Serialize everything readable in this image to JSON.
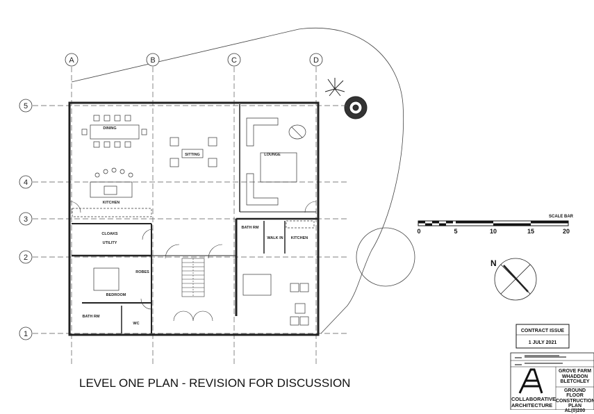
{
  "drawing_title": "LEVEL ONE PLAN - REVISION FOR DISCUSSION",
  "grid_columns": [
    "A",
    "B",
    "C",
    "D"
  ],
  "grid_rows": [
    "5",
    "4",
    "3",
    "2",
    "1"
  ],
  "rooms": [
    "DINING",
    "SITTING",
    "LOUNGE",
    "KITCHEN",
    "CLOAKS",
    "UTILITY",
    "ROBES",
    "BEDROOM",
    "BATH RM",
    "WC",
    "BATH RM",
    "WALK IN",
    "KITCHEN"
  ],
  "scale_bar": {
    "label": "SCALE BAR",
    "ticks": [
      "0",
      "5",
      "10",
      "15",
      "20"
    ]
  },
  "north_label": "N",
  "contract": {
    "line1": "CONTRACT ISSUE",
    "line2": "1 JULY 2021"
  },
  "title_block": {
    "project": [
      "GROVE FARM",
      "WHADDON",
      "BLETCHLEY"
    ],
    "drawing": [
      "GROUND FLOOR",
      "CONSTRUCTION PLAN",
      "AL(0)200"
    ],
    "company": [
      "COLLABORATIVE",
      "ARCHITECTURE"
    ]
  }
}
